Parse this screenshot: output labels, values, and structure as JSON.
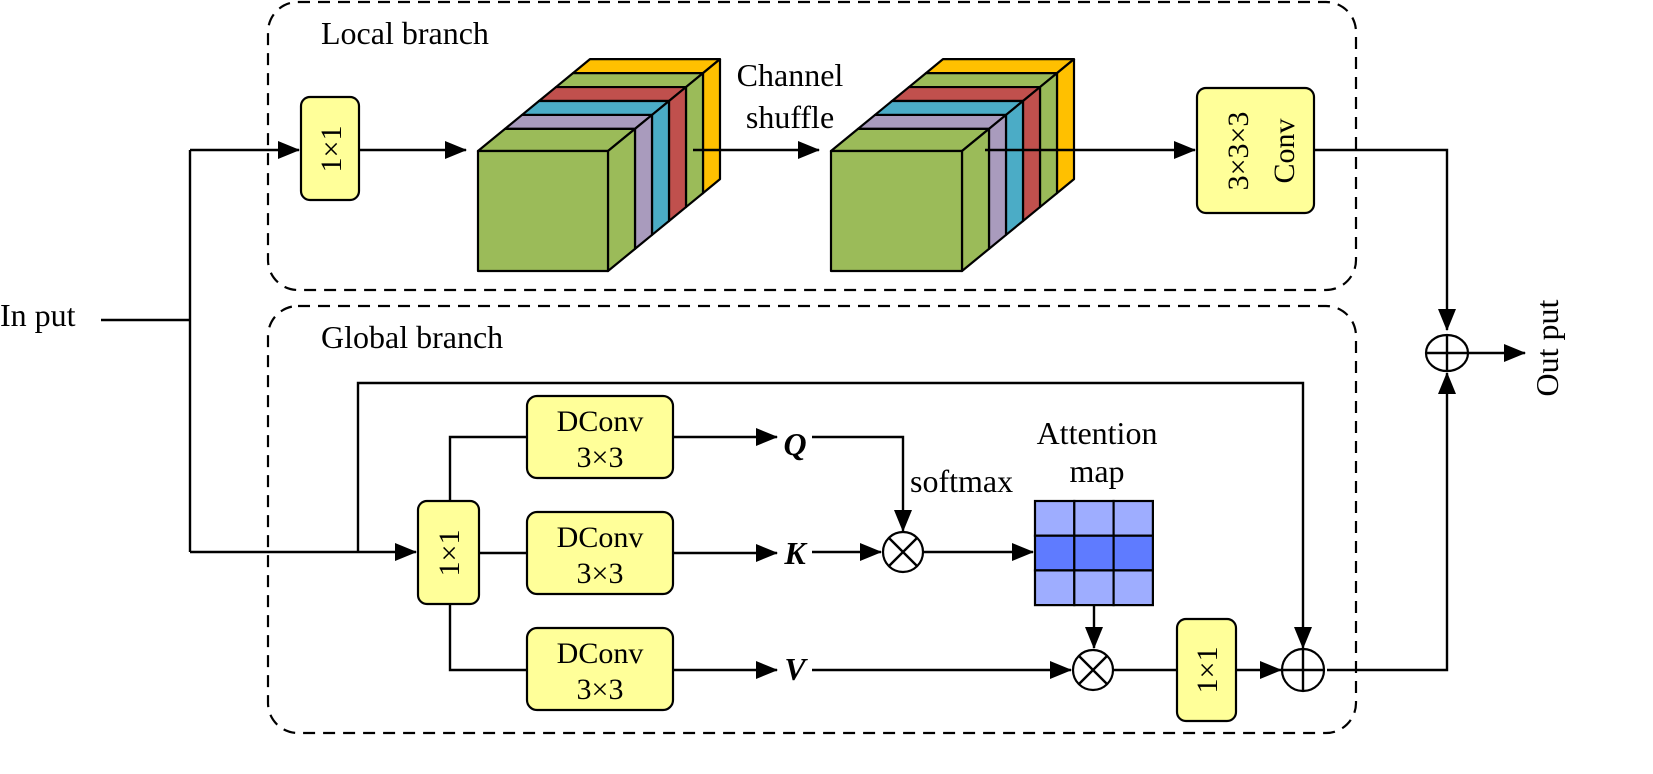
{
  "input_label": "In put",
  "output_label": "Out put",
  "colors": {
    "block_fill": "#FFFF99",
    "feature_green": "#9BBB59",
    "feature_purple": "#A99BBD",
    "feature_blue": "#4BACC6",
    "feature_red": "#C0504D",
    "feature_orange": "#FFC000",
    "attention_light": "#9EADFF",
    "attention_dark": "#5F7BFF"
  },
  "local_branch": {
    "title": "Local branch",
    "conv1x1_label": "1×1",
    "shuffle_label_line1": "Channel",
    "shuffle_label_line2": "shuffle",
    "conv3d_label_line1": "3×3×3",
    "conv3d_label_line2": "Conv",
    "feature_channels_before": [
      "green",
      "purple",
      "blue",
      "red",
      "green",
      "orange"
    ],
    "feature_channels_after": [
      "green",
      "purple",
      "blue",
      "red",
      "green",
      "orange"
    ]
  },
  "global_branch": {
    "title": "Global branch",
    "conv1x1_in_label": "1×1",
    "dconv": [
      {
        "line1": "DConv",
        "line2": "3×3",
        "output": "Q"
      },
      {
        "line1": "DConv",
        "line2": "3×3",
        "output": "K"
      },
      {
        "line1": "DConv",
        "line2": "3×3",
        "output": "V"
      }
    ],
    "softmax_label": "softmax",
    "attention_label_line1": "Attention",
    "attention_label_line2": "map",
    "attention_grid": [
      [
        "light",
        "light",
        "light"
      ],
      [
        "dark",
        "dark",
        "dark"
      ],
      [
        "light",
        "light",
        "light"
      ]
    ],
    "conv1x1_out_label": "1×1"
  },
  "operators": {
    "multiply": "⊗",
    "add": "⊕"
  }
}
